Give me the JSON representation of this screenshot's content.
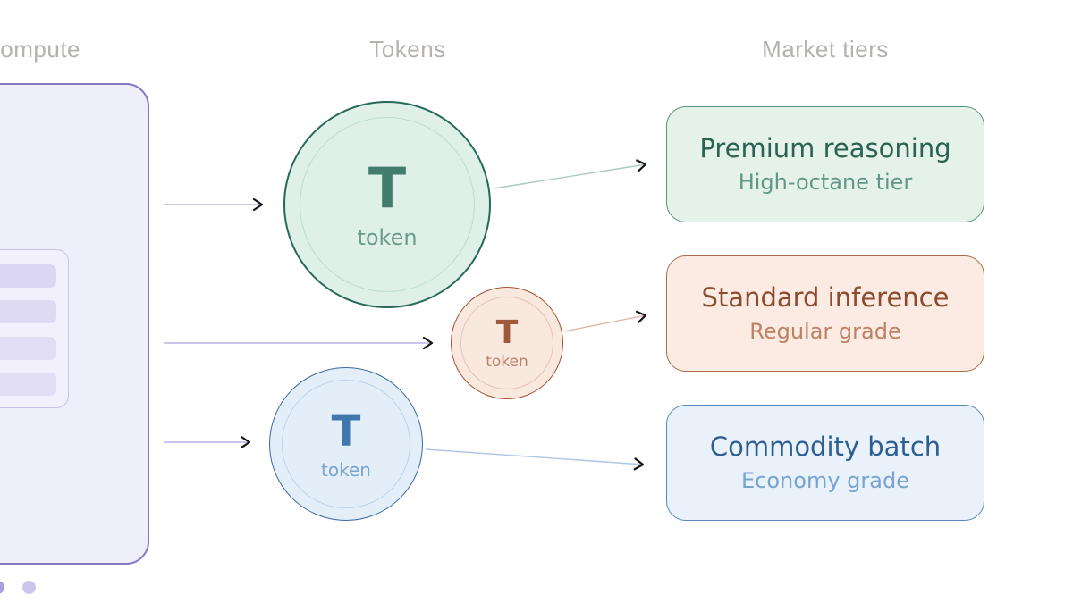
{
  "headers": {
    "compute": "Compute",
    "tokens": "Tokens",
    "market_tiers": "Market tiers"
  },
  "compute_panel": {
    "bar_count": 4,
    "dot_count": 3,
    "fill": "#efeefb",
    "border": "#8378c5"
  },
  "tokens": [
    {
      "id": "premium",
      "symbol": "T",
      "label": "token",
      "accent": "#26695a",
      "fill": "#def0e7"
    },
    {
      "id": "standard",
      "symbol": "T",
      "label": "token",
      "accent": "#a35231",
      "fill": "#f9e8de"
    },
    {
      "id": "commodity",
      "symbol": "T",
      "label": "token",
      "accent": "#38699f",
      "fill": "#e3eef9"
    }
  ],
  "tiers": [
    {
      "id": "premium",
      "title": "Premium reasoning",
      "subtitle": "High-octane tier",
      "accent": "#2c6154",
      "fill": "#e4f2ea"
    },
    {
      "id": "standard",
      "title": "Standard inference",
      "subtitle": "Regular grade",
      "accent": "#8c4a2e",
      "fill": "#fbebe2"
    },
    {
      "id": "commodity",
      "title": "Commodity batch",
      "subtitle": "Economy grade",
      "accent": "#2d5e90",
      "fill": "#e9f1fb"
    }
  ],
  "arrow_colors": {
    "compute": "#b8b3e3",
    "premium": "#a9cabe",
    "standard": "#dbb6a4",
    "commodity": "#adc6e3",
    "head": "#141414"
  }
}
